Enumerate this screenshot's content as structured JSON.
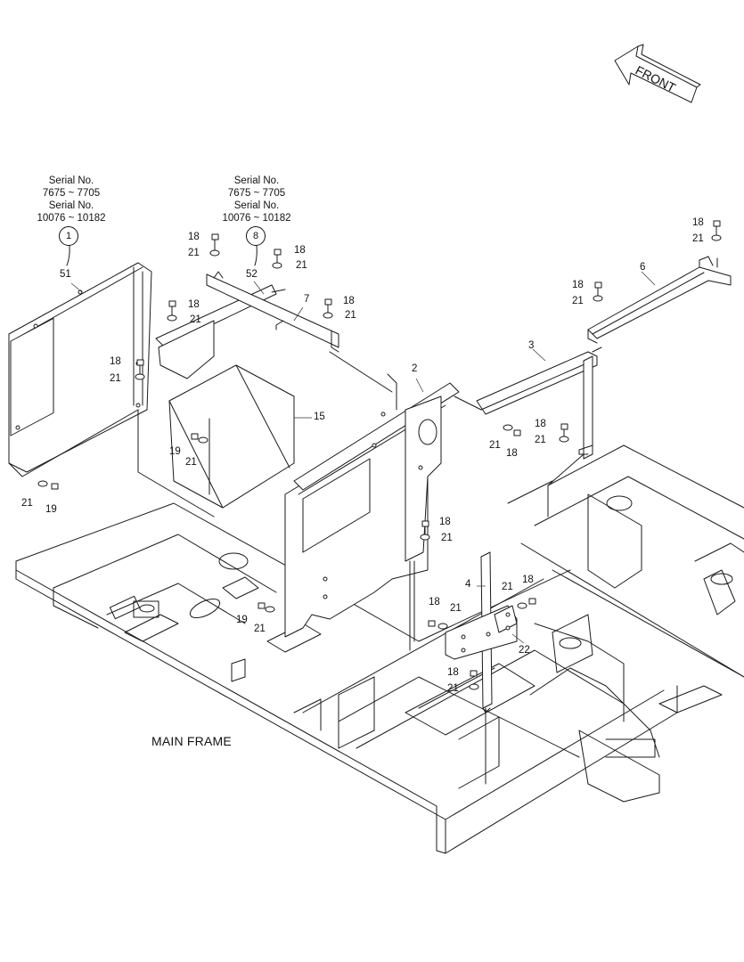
{
  "front_arrow": {
    "label": "FRONT"
  },
  "serial_notes": [
    {
      "line1": "Serial No.",
      "line2": "7675 ~ 7705",
      "line3": "Serial No.",
      "line4": "10076 ~ 10182",
      "callout": "1"
    },
    {
      "line1": "Serial No.",
      "line2": "7675 ~ 7705",
      "line3": "Serial No.",
      "line4": "10076 ~ 10182",
      "callout": "8"
    }
  ],
  "main_frame_label": "MAIN FRAME",
  "part_labels": {
    "p51": "51",
    "p52": "52",
    "p7": "7",
    "p2": "2",
    "p3": "3",
    "p6": "6",
    "p15": "15",
    "p4": "4",
    "p22": "22",
    "b18_1": "18",
    "w21_1": "21",
    "b18_2": "18",
    "w21_2": "21",
    "b18_3": "18",
    "w21_3": "21",
    "b18_4": "18",
    "w21_4": "21",
    "b18_5": "18",
    "w21_5": "21",
    "b18_6": "18",
    "w21_6": "21",
    "b18_7": "18",
    "w21_7": "21",
    "b18_8": "18",
    "w21_8": "21",
    "b18_9": "18",
    "w21_9": "21",
    "b18_10": "18",
    "w21_10": "21",
    "b18_11": "18",
    "w21_11": "21",
    "b18_12": "18",
    "w21_12": "21",
    "b18_13": "18",
    "w21_13": "21",
    "b19_1": "19",
    "w21_14": "21",
    "b19_2": "19",
    "w21_15": "21",
    "b19_3": "19",
    "w21_16": "21"
  }
}
